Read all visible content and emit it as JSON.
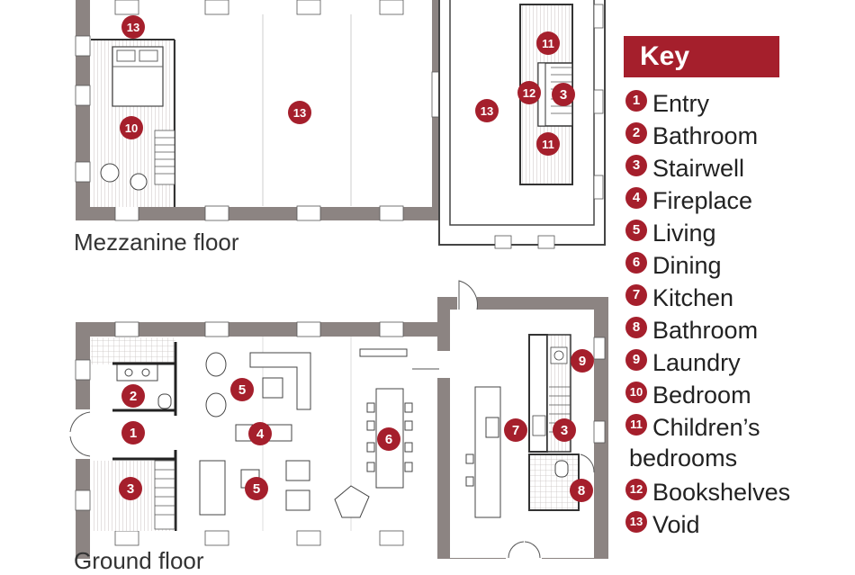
{
  "labels": {
    "mezzanine": "Mezzanine floor",
    "ground": "Ground floor"
  },
  "key": {
    "title": "Key",
    "items": [
      {
        "num": "1",
        "text": "Entry"
      },
      {
        "num": "2",
        "text": "Bathroom"
      },
      {
        "num": "3",
        "text": "Stairwell"
      },
      {
        "num": "4",
        "text": "Fireplace"
      },
      {
        "num": "5",
        "text": "Living"
      },
      {
        "num": "6",
        "text": "Dining"
      },
      {
        "num": "7",
        "text": "Kitchen"
      },
      {
        "num": "8",
        "text": "Bathroom"
      },
      {
        "num": "9",
        "text": "Laundry"
      },
      {
        "num": "10",
        "text": "Bedroom"
      },
      {
        "num": "11",
        "text": "Children’s",
        "text2": "bedrooms"
      },
      {
        "num": "12",
        "text": "Bookshelves"
      },
      {
        "num": "13",
        "text": "Void"
      }
    ]
  },
  "colors": {
    "accent": "#a51f2c",
    "wall": "#8c8482",
    "wall_dark": "#6d6564",
    "floor": "#ffffff"
  },
  "badges": {
    "m13a": "13",
    "m10": "10",
    "m13b": "13",
    "m13c": "13",
    "m11a": "11",
    "m12": "12",
    "m3": "3",
    "m11b": "11",
    "g2": "2",
    "g1": "1",
    "g3a": "3",
    "g5a": "5",
    "g4": "4",
    "g5b": "5",
    "g6": "6",
    "g7": "7",
    "g3b": "3",
    "g9": "9",
    "g8": "8"
  }
}
